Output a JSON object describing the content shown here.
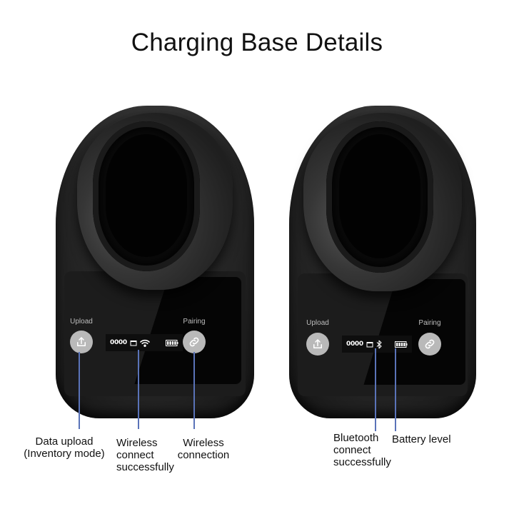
{
  "title": "Charging Base Details",
  "devices": [
    {
      "id": "left",
      "upload_label": "Upload",
      "pairing_label": "Pairing",
      "display": {
        "count": "0000",
        "icons": [
          "folder-icon",
          "wifi-icon",
          "battery-icon"
        ]
      },
      "callouts": [
        {
          "text_lines": [
            "Data upload",
            "(Inventory mode)"
          ],
          "points_to": "upload-button"
        },
        {
          "text_lines": [
            "Wireless",
            "connect",
            "successfully"
          ],
          "points_to": "wifi-icon"
        },
        {
          "text_lines": [
            "Wireless",
            "connection"
          ],
          "points_to": "pairing-button"
        }
      ]
    },
    {
      "id": "right",
      "upload_label": "Upload",
      "pairing_label": "Pairing",
      "display": {
        "count": "0000",
        "icons": [
          "folder-icon",
          "bluetooth-icon",
          "battery-icon"
        ]
      },
      "callouts": [
        {
          "text_lines": [
            "Bluetooth",
            "connect",
            "successfully"
          ],
          "points_to": "bluetooth-icon"
        },
        {
          "text_lines": [
            "Battery level"
          ],
          "points_to": "battery-icon"
        }
      ]
    }
  ],
  "colors": {
    "leader_line": "#5a73b8",
    "button_fill": "#b9b9b9",
    "device_body": "#262626"
  }
}
